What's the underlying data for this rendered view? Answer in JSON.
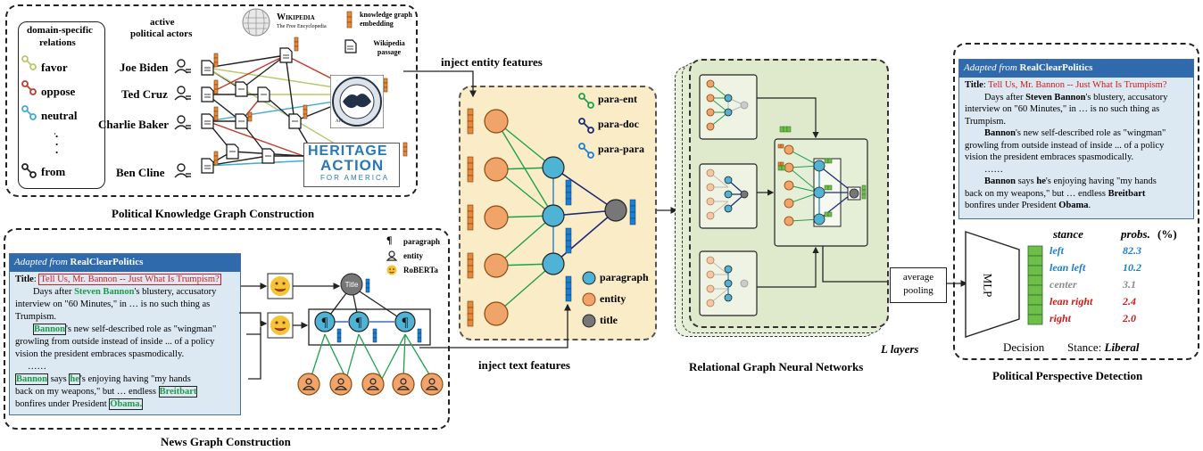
{
  "kg": {
    "caption": "Political Knowledge Graph Construction",
    "relations_title_1": "domain-specific",
    "relations_title_2": "relations",
    "relations": [
      "favor",
      "oppose",
      "neutral",
      "from"
    ],
    "actors_title_1": "active",
    "actors_title_2": "political actors",
    "actors": [
      "Joe Biden",
      "Ted Cruz",
      "Charlie Baker",
      "Ben Cline"
    ],
    "wiki_name": "Wikipedia",
    "wiki_sub": "The Free Encyclopedia",
    "legend_kge": "knowledge graph embedding",
    "legend_passage": "Wikipedia passage",
    "heritage_1": "HERITAGE",
    "heritage_2": "ACTION",
    "heritage_3": "FOR AMERICA",
    "seal_text": "AFL"
  },
  "news": {
    "caption": "News Graph Construction",
    "legend_paragraph": "paragraph",
    "legend_entity": "entity",
    "legend_roberta": "RoBERTa",
    "title_node": "Title"
  },
  "article": {
    "adapted": "Adapted from",
    "source": "RealClearPolitics",
    "title_label": "Title",
    "title_text": "Tell Us, Mr. Bannon -- Just What Is Trumpism?",
    "p1": "Days after Steven Bannon's blustery, accusatory interview on \"60 Minutes,\" in … is no such thing as Trumpism.",
    "p2": "Bannon's new self-described role as \"wingman\" growling from outside instead of inside ... of a policy vision the president embraces spasmodically.",
    "ellipsis": "……",
    "p3": "Bannon says he's enjoying having \"my hands back on my weapons,\" but … endless Breitbart bonfires under President Obama."
  },
  "article_left": {
    "l1a": "Days after ",
    "l1b": "Steven Bannon",
    "l1c": "'s blustery, accusatory",
    "l2": "interview on \"60 Minutes,\" in … is no such thing as",
    "l3": "Trumpism.",
    "l4a": "Bannon",
    "l4b": "'s new self-described role as \"wingman\"",
    "l5": "growling from outside instead of inside ... of a policy",
    "l6": "vision the president embraces spasmodically.",
    "l7": "……",
    "l8a": "Bannon",
    "l8b": "says",
    "l8c": "he",
    "l8d": "'s enjoying having \"my hands",
    "l9a": "back on my weapons,\" but … endless",
    "l9b": "Breitbart",
    "l10a": "bonfires under President",
    "l10b": "Obama."
  },
  "article_right": {
    "l1": "Days after ",
    "l1b": "Steven Bannon",
    "l1c": "'s blustery, accusatory",
    "l2": "interview on \"60 Minutes,\" in … is no such thing as",
    "l3": "Trumpism.",
    "l4a": "Bannon",
    "l4b": "'s new self-described role as \"wingman\"",
    "l5": "growling from outside instead of inside ... of a policy",
    "l6": "vision the president embraces spasmodically.",
    "l7": "……",
    "l8a": "Bannon",
    "l8b": " says ",
    "l8c": "he",
    "l8d": "'s enjoying having \"my hands",
    "l9": "back on my weapons,\" but  … endless ",
    "l9b": "Breitbart",
    "l10": "bonfires under President ",
    "l10b": "Obama",
    "l10c": "."
  },
  "middle": {
    "inject_entity": "inject entity features",
    "inject_text": "inject text features",
    "edge_para_ent": "para-ent",
    "edge_para_doc": "para-doc",
    "edge_para_para": "para-para",
    "node_paragraph": "paragraph",
    "node_entity": "entity",
    "node_title": "title"
  },
  "rgnn": {
    "caption": "Relational Graph Neural Networks",
    "layers": "L layers",
    "pooling_1": "average",
    "pooling_2": "pooling"
  },
  "ppd": {
    "caption": "Political Perspective Detection",
    "mlp": "MLP",
    "stance_hdr": "stance",
    "probs_hdr": "probs.",
    "pct_hdr": "(%)",
    "stances": [
      {
        "label": "left",
        "prob": "82.3",
        "color": "#1a7fd0"
      },
      {
        "label": "lean left",
        "prob": "10.2",
        "color": "#1a7fd0"
      },
      {
        "label": "center",
        "prob": "3.1",
        "color": "#8a8a8a"
      },
      {
        "label": "lean right",
        "prob": "2.4",
        "color": "#d21a1a"
      },
      {
        "label": "right",
        "prob": "2.0",
        "color": "#d21a1a"
      }
    ],
    "decision": "Decision",
    "stance_label": "Stance:",
    "stance_value": "Liberal"
  },
  "colors": {
    "favor": "#b5c96a",
    "oppose": "#c0392b",
    "neutral": "#3fa9d8",
    "entity": "#f0a46a",
    "paragraph": "#4fb3d6",
    "title": "#777777",
    "feature": "#e68a3a",
    "textfeature": "#1a7fd0"
  }
}
